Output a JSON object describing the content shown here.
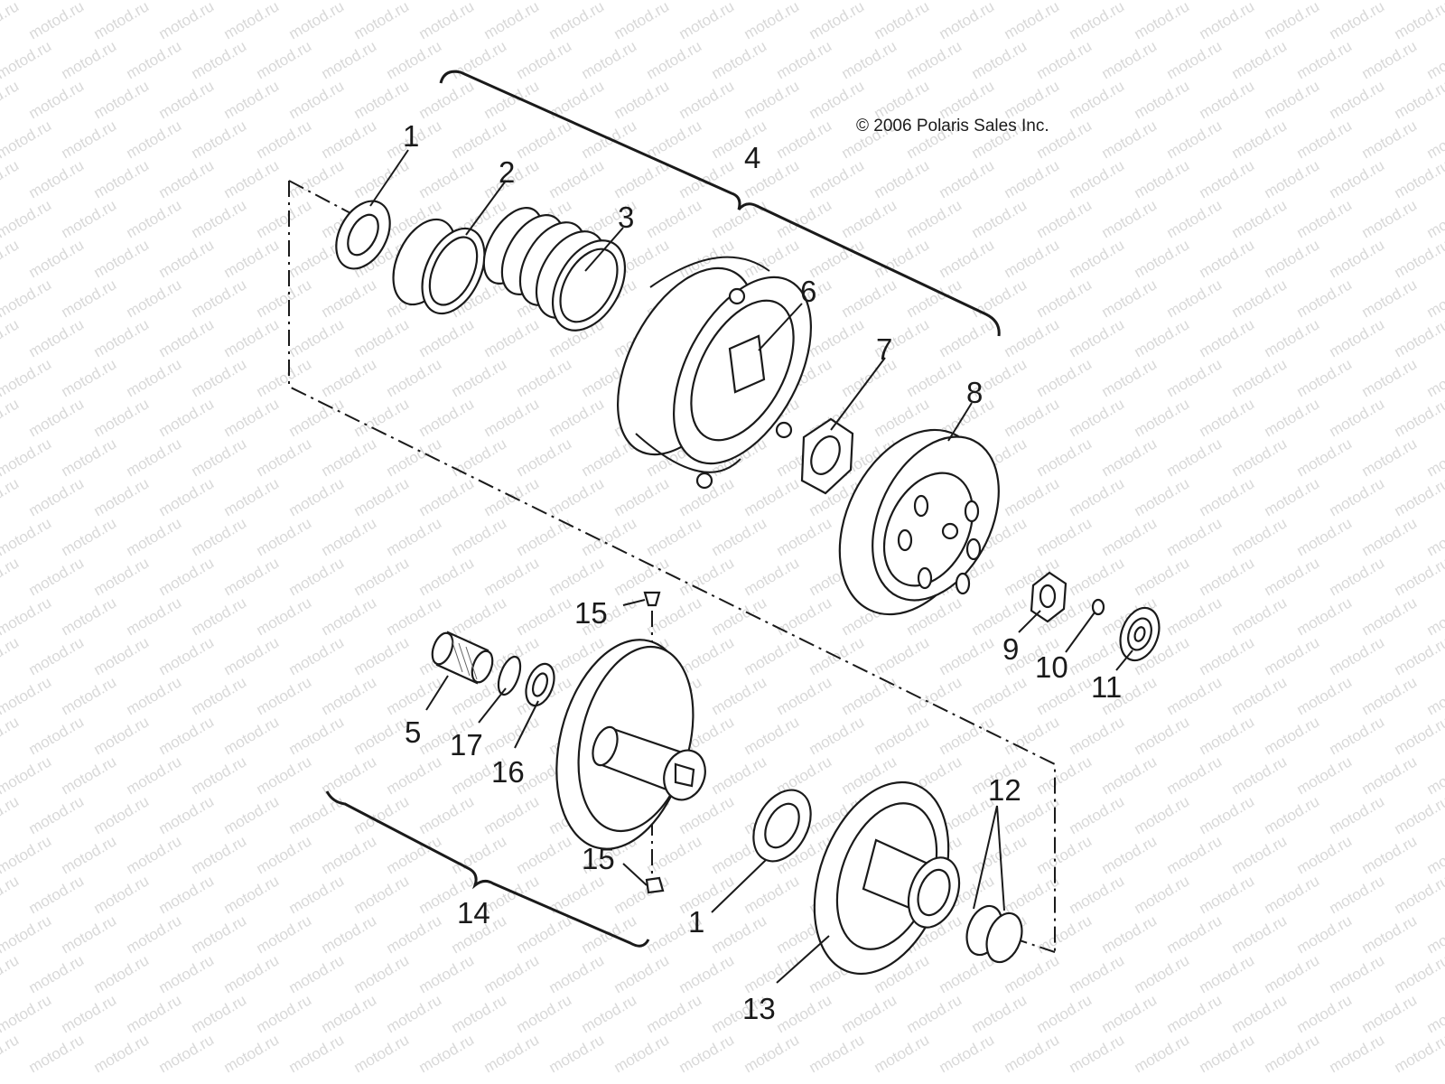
{
  "copyright": "© 2006 Polaris Sales Inc.",
  "watermark": "motod.ru",
  "callouts": [
    {
      "id": "c1a",
      "label": "1"
    },
    {
      "id": "c2",
      "label": "2"
    },
    {
      "id": "c3",
      "label": "3"
    },
    {
      "id": "c4",
      "label": "4"
    },
    {
      "id": "c6",
      "label": "6"
    },
    {
      "id": "c7",
      "label": "7"
    },
    {
      "id": "c8",
      "label": "8"
    },
    {
      "id": "c9",
      "label": "9"
    },
    {
      "id": "c10",
      "label": "10"
    },
    {
      "id": "c11",
      "label": "11"
    },
    {
      "id": "c15a",
      "label": "15"
    },
    {
      "id": "c5",
      "label": "5"
    },
    {
      "id": "c17",
      "label": "17"
    },
    {
      "id": "c16",
      "label": "16"
    },
    {
      "id": "c15b",
      "label": "15"
    },
    {
      "id": "c1b",
      "label": "1"
    },
    {
      "id": "c14",
      "label": "14"
    },
    {
      "id": "c12",
      "label": "12"
    },
    {
      "id": "c13",
      "label": "13"
    }
  ]
}
